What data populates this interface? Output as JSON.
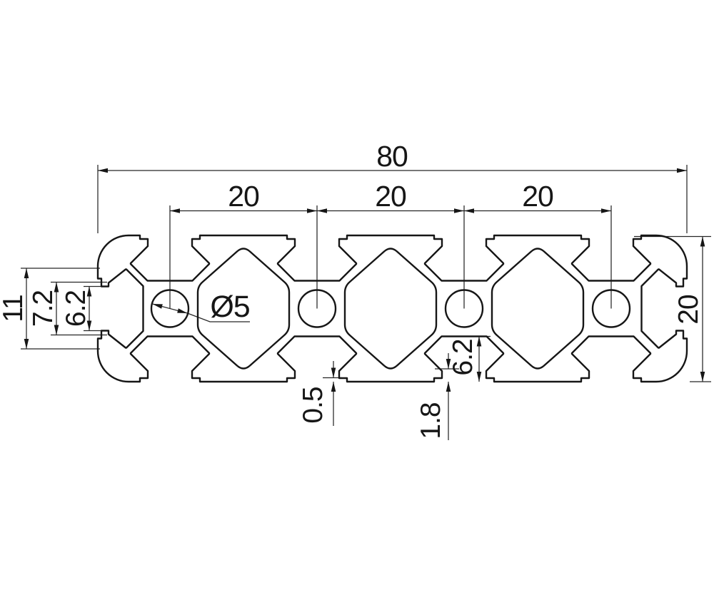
{
  "drawing": {
    "subject": "Aluminium V-slot extrusion profile 20x80 cross-section",
    "background_color": "#ffffff",
    "line_color": "#161616",
    "dims": {
      "top": {
        "overall": "80",
        "pitch": [
          "20",
          "20",
          "20"
        ]
      },
      "right": {
        "height": "20"
      },
      "left": {
        "slot_inner": "11",
        "behind_lips": "7.2",
        "opening": "6.2"
      },
      "bottom": {
        "lip_recess": "0.5",
        "lip_thickness": "1.8",
        "slot_depth": "6.2"
      },
      "hole": {
        "diameter": "Ø5"
      }
    }
  }
}
